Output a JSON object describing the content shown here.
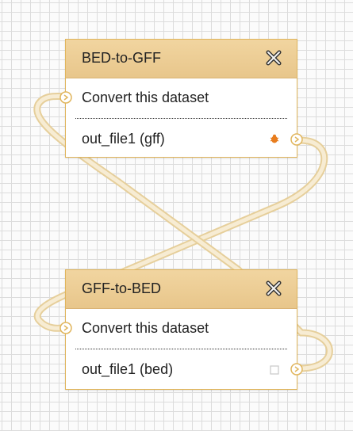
{
  "nodes": [
    {
      "title": "BED-to-GFF",
      "input_label": "Convert this dataset",
      "output_label": "out_file1 (gff)",
      "output_status": "error-bug-icon"
    },
    {
      "title": "GFF-to-BED",
      "input_label": "Convert this dataset",
      "output_label": "out_file1 (bed)",
      "output_status": "empty-checkbox-icon"
    }
  ],
  "colors": {
    "header": "#e8c68b",
    "border": "#e0b55c",
    "wire": "#f2e4c4",
    "grid": "#dcdcdc",
    "bug": "#e87d1e"
  }
}
